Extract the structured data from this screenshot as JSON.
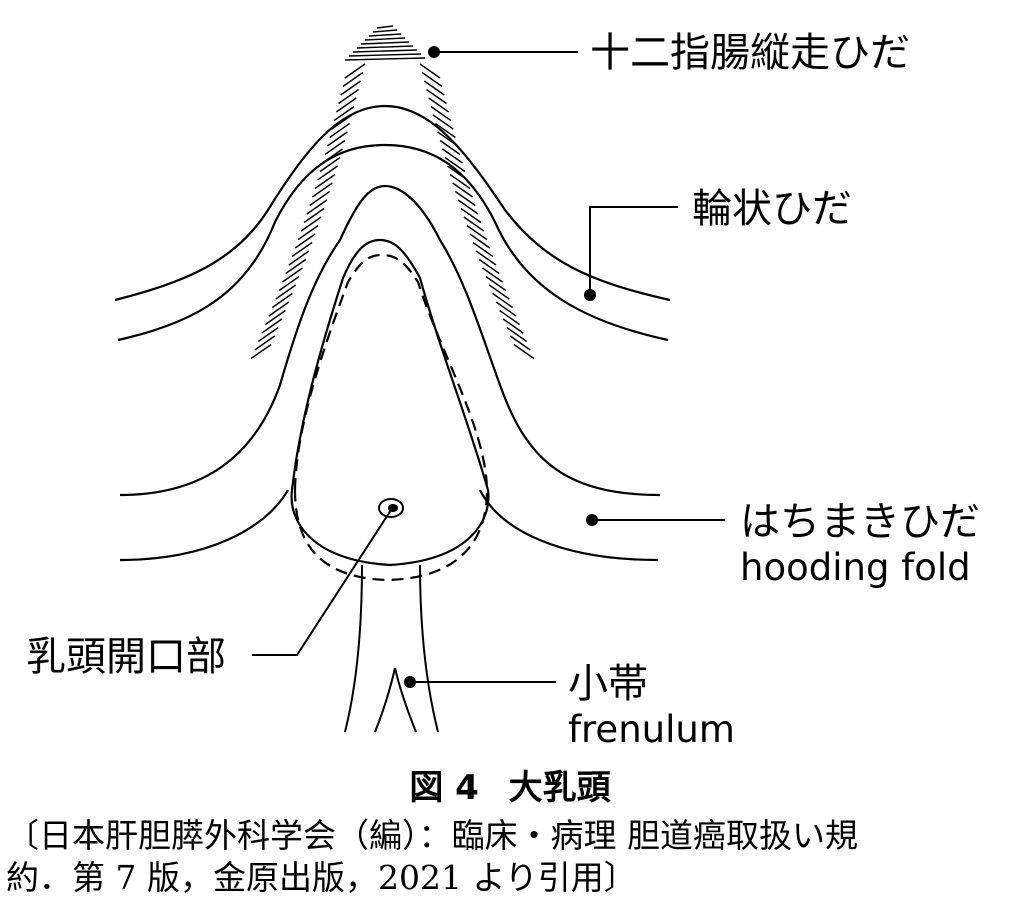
{
  "labels": {
    "longitudinal_fold": "十二指腸縦走ひだ",
    "circular_fold": "輪状ひだ",
    "hooding_fold_ja": "はちまきひだ",
    "hooding_fold_en": "hooding fold",
    "papilla_orifice": "乳頭開口部",
    "frenulum_ja": "小帯",
    "frenulum_en": "frenulum"
  },
  "caption": {
    "number": "図 4",
    "title": "大乳頭"
  },
  "citation": {
    "line1": "〔日本肝胆膵外科学会（編）：臨床・病理 胆道癌取扱い規",
    "line2": "約．第 7 版，金原出版，2021 より引用〕"
  }
}
